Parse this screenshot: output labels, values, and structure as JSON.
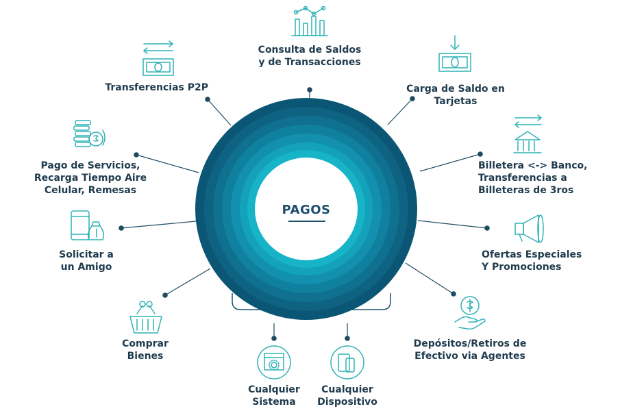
{
  "center": {
    "title": "PAGOS"
  },
  "colors": {
    "ink": "#1f3b4d",
    "icon": "#2fb2b6",
    "ring_outer": "#0c5876",
    "ring_inner": "#17b3c6"
  },
  "items": [
    {
      "id": "consulta",
      "lines": [
        "Consulta de Saldos",
        "y de Transacciones"
      ],
      "icon": "bar-chart-icon"
    },
    {
      "id": "carga",
      "lines": [
        "Carga de Saldo en",
        "Tarjetas"
      ],
      "icon": "banknote-download-icon"
    },
    {
      "id": "billetera",
      "lines": [
        "Billetera <-> Banco,",
        "Transferencias a",
        "Billeteras de 3ros"
      ],
      "icon": "bank-transfer-icon"
    },
    {
      "id": "ofertas",
      "lines": [
        "Ofertas Especiales",
        "Y Promociones"
      ],
      "icon": "megaphone-icon"
    },
    {
      "id": "depositos",
      "lines": [
        "Depósitos/Retiros de",
        "Efectivo via Agentes"
      ],
      "icon": "hand-coin-icon"
    },
    {
      "id": "dispositivo",
      "lines": [
        "Cualquier",
        "Dispositivo"
      ],
      "icon": "devices-icon"
    },
    {
      "id": "sistema",
      "lines": [
        "Cualquier",
        "Sistema"
      ],
      "icon": "browser-gear-icon"
    },
    {
      "id": "comprar",
      "lines": [
        "Comprar",
        "Bienes"
      ],
      "icon": "basket-icon"
    },
    {
      "id": "solicitar",
      "lines": [
        "Solicitar a",
        "un Amigo"
      ],
      "icon": "phone-money-bag-icon"
    },
    {
      "id": "servicios",
      "lines": [
        "Pago de Servicios,",
        "Recarga Tiempo Aire",
        "Celular, Remesas"
      ],
      "icon": "coins-cycle-icon"
    },
    {
      "id": "p2p",
      "lines": [
        "Transferencias P2P"
      ],
      "icon": "banknote-exchange-icon"
    }
  ]
}
